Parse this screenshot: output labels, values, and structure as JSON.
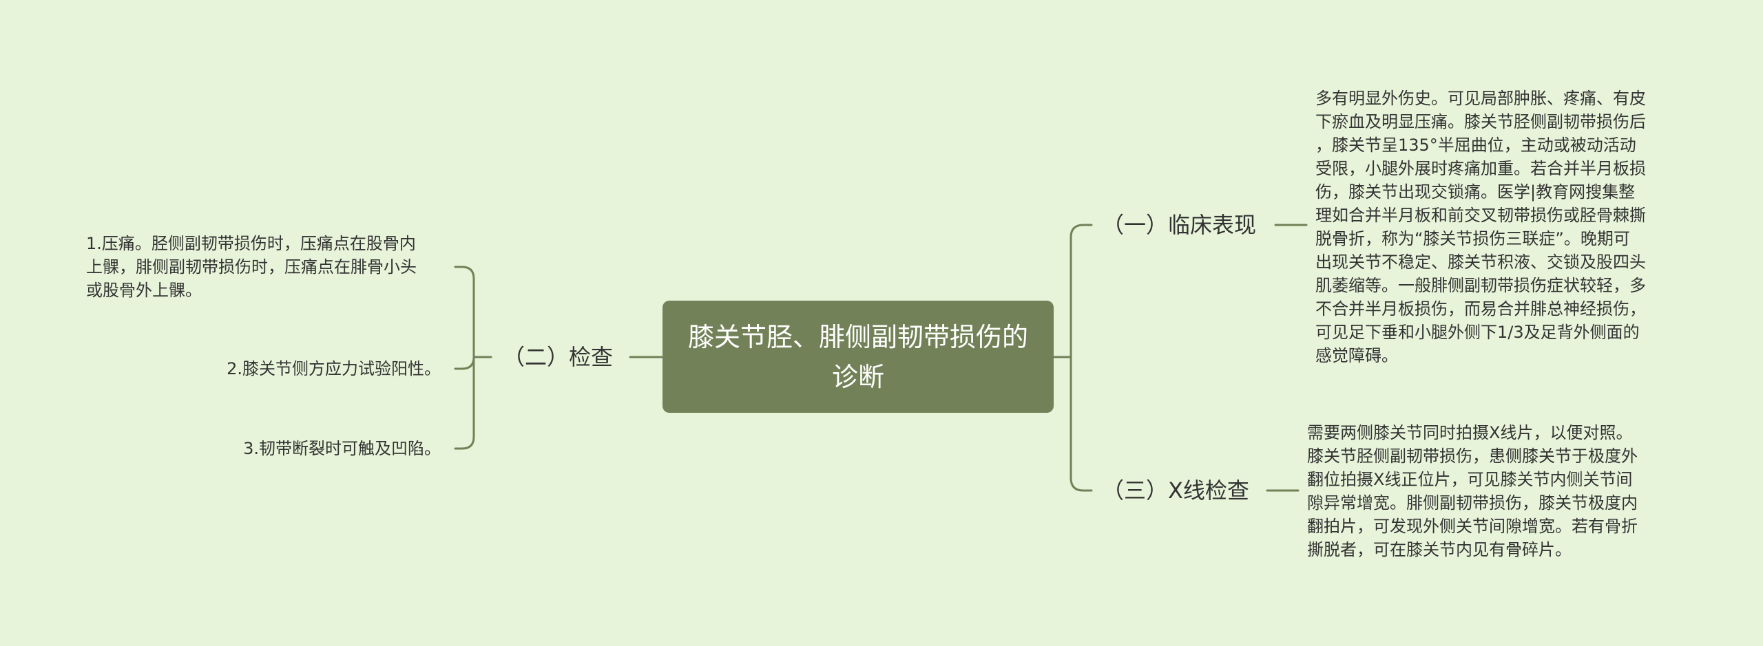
{
  "colors": {
    "background": "#e8f4da",
    "root_fill": "#728157",
    "root_text": "#ffffff",
    "connector": "#728157",
    "text": "#333333"
  },
  "root": {
    "label": "膝关节胫、腓侧副韧带损伤的诊断"
  },
  "branches": {
    "clinical": {
      "label": "（一）临床表现",
      "detail": "多有明显外伤史。可见局部肿胀、疼痛、有皮\n下瘀血及明显压痛。膝关节胫侧副韧带损伤后\n，膝关节呈135°半屈曲位，主动或被动活动\n受限，小腿外展时疼痛加重。若合并半月板损\n伤，膝关节出现交锁痛。医学|教育网搜集整\n理如合并半月板和前交叉韧带损伤或胫骨棘撕\n脱骨折，称为“膝关节损伤三联症”。晚期可\n出现关节不稳定、膝关节积液、交锁及股四头\n肌萎缩等。一般腓侧副韧带损伤症状较轻，多\n不合并半月板损伤，而易合并腓总神经损伤，\n可见足下垂和小腿外侧下1/3及足背外侧面的\n感觉障碍。"
    },
    "exam": {
      "label": "（二）检查",
      "items": [
        "1.压痛。胫侧副韧带损伤时，压痛点在股骨内\n上髁，腓侧副韧带损伤时，压痛点在腓骨小头\n或股骨外上髁。",
        "2.膝关节侧方应力试验阳性。",
        "3.韧带断裂时可触及凹陷。"
      ]
    },
    "xray": {
      "label": "（三）X线检查",
      "detail": "需要两侧膝关节同时拍摄X线片，以便对照。\n膝关节胫侧副韧带损伤，患侧膝关节于极度外\n翻位拍摄X线正位片，可见膝关节内侧关节间\n隙异常增宽。腓侧副韧带损伤，膝关节极度内\n翻拍片，可发现外侧关节间隙增宽。若有骨折\n撕脱者，可在膝关节内见有骨碎片。"
    }
  }
}
